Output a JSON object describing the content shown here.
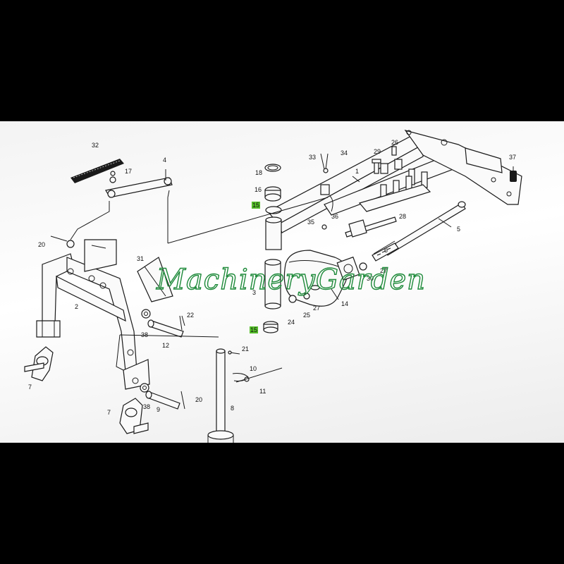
{
  "watermark": "MachineryGarden",
  "colors": {
    "background_outer": "#000000",
    "paper": "#f5f5f5",
    "line": "#1a1a1a",
    "watermark": "#1e8a3a",
    "highlight": "#56c02b"
  },
  "callouts": {
    "c1": "1",
    "c2": "2",
    "c3": "3",
    "c4": "4",
    "c5": "5",
    "c6": "6",
    "c7a": "7",
    "c7b": "7",
    "c8": "8",
    "c9": "9",
    "c10": "10",
    "c11": "11",
    "c12": "12",
    "c14": "14",
    "c15a": "15",
    "c15b": "15",
    "c16": "16",
    "c17": "17",
    "c18": "18",
    "c20a": "20",
    "c20b": "20",
    "c21": "21",
    "c22": "22",
    "c24": "24",
    "c25": "25",
    "c26": "26",
    "c27": "27",
    "c28": "28",
    "c29": "29",
    "c30": "30",
    "c31": "31",
    "c32": "32",
    "c33": "33",
    "c34": "34",
    "c35": "35",
    "c36": "36",
    "c37": "37",
    "c38a": "38",
    "c38b": "38"
  }
}
